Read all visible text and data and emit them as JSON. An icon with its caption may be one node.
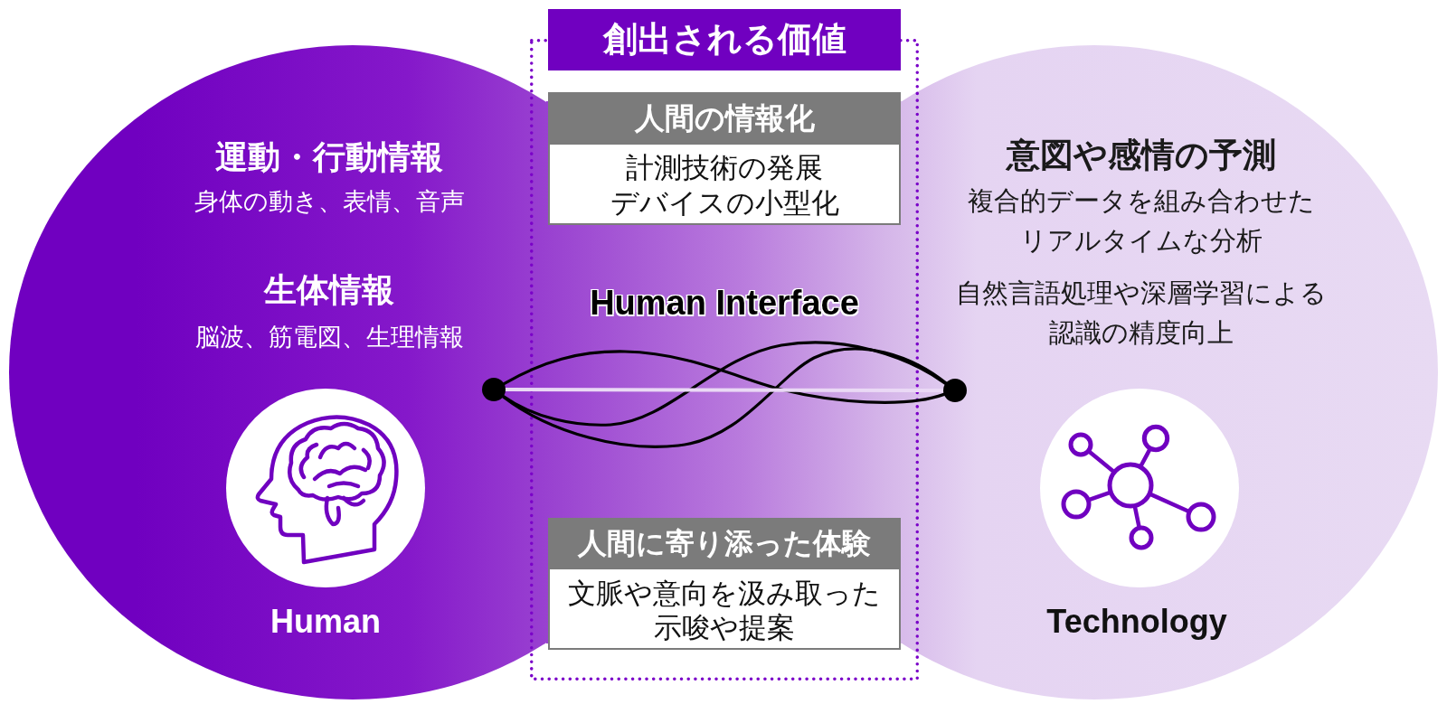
{
  "diagram": {
    "nodes": [
      {
        "text": [
          "運動・行動情報",
          "身体の動き、表情、音声",
          "生体情報",
          "脳波、筋電図、生理情報",
          "Human"
        ]
      },
      {
        "text": [],
        "shape": "circle",
        "in": 0
      },
      {
        "text": [
          "創出される価値"
        ]
      },
      {
        "text": [
          "人間の情報化",
          "計測技術の発展",
          "デバイスの小型化"
        ],
        "in": 2
      },
      {
        "text": [
          "人間に寄り添った体験",
          "文脈や意向を汲み取った示唆や提案"
        ],
        "in": 2
      },
      {
        "text": [
          "意図や感情の予測",
          "複合的データを組み合わせたリアルタイムな分析",
          "自然言語処理や深層学習による認識の精度向上",
          "Technology"
        ]
      },
      {
        "text": [],
        "shape": "circle",
        "in": 5
      }
    ],
    "edges": [
      {
        "from": 1,
        "to": 6,
        "arrow": "none"
      },
      {
        "from": 1,
        "to": 6,
        "arrow": "none"
      },
      {
        "from": 1,
        "to": 6,
        "arrow": "none"
      },
      {
        "from": 1,
        "to": 6,
        "arrow": "none",
        "color": "#ead9f5"
      }
    ],
    "labels": [
      "Human Interface"
    ]
  }
}
